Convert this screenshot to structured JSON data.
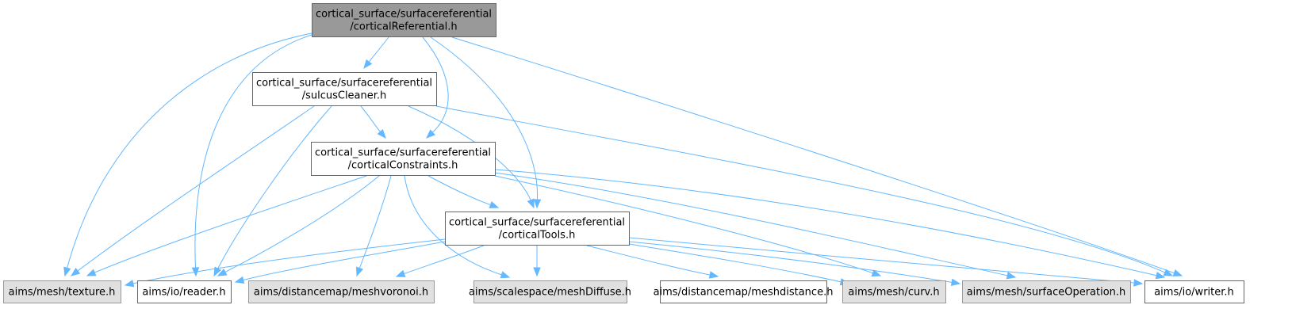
{
  "graph": {
    "title": "Include dependency graph for corticalReferential.h",
    "colors": {
      "edge": "#63b8ff",
      "root_fill": "#999999",
      "external_fill": "#e0e0e0",
      "node_border": "#666666"
    },
    "nodes": [
      {
        "id": "root",
        "lines": [
          "cortical_surface/surfacereferential",
          "/corticalReferential.h"
        ],
        "style": "root"
      },
      {
        "id": "sulcusCleaner",
        "lines": [
          "cortical_surface/surfacereferential",
          "/sulcusCleaner.h"
        ],
        "style": "plain"
      },
      {
        "id": "corticalConstraints",
        "lines": [
          "cortical_surface/surfacereferential",
          "/corticalConstraints.h"
        ],
        "style": "plain"
      },
      {
        "id": "corticalTools",
        "lines": [
          "cortical_surface/surfacereferential",
          "/corticalTools.h"
        ],
        "style": "plain"
      },
      {
        "id": "texture",
        "lines": [
          "aims/mesh/texture.h"
        ],
        "style": "ext"
      },
      {
        "id": "reader",
        "lines": [
          "aims/io/reader.h"
        ],
        "style": "plain"
      },
      {
        "id": "meshvoronoi",
        "lines": [
          "aims/distancemap/meshvoronoi.h"
        ],
        "style": "ext"
      },
      {
        "id": "meshDiffuse",
        "lines": [
          "aims/scalespace/meshDiffuse.h"
        ],
        "style": "ext"
      },
      {
        "id": "meshdistance",
        "lines": [
          "aims/distancemap/meshdistance.h"
        ],
        "style": "plain"
      },
      {
        "id": "curv",
        "lines": [
          "aims/mesh/curv.h"
        ],
        "style": "ext"
      },
      {
        "id": "surfaceOperation",
        "lines": [
          "aims/mesh/surfaceOperation.h"
        ],
        "style": "ext"
      },
      {
        "id": "writer",
        "lines": [
          "aims/io/writer.h"
        ],
        "style": "plain"
      }
    ],
    "edges": [
      [
        "root",
        "sulcusCleaner"
      ],
      [
        "root",
        "corticalConstraints"
      ],
      [
        "root",
        "corticalTools"
      ],
      [
        "root",
        "texture"
      ],
      [
        "root",
        "reader"
      ],
      [
        "root",
        "writer"
      ],
      [
        "sulcusCleaner",
        "corticalConstraints"
      ],
      [
        "sulcusCleaner",
        "corticalTools"
      ],
      [
        "sulcusCleaner",
        "texture"
      ],
      [
        "sulcusCleaner",
        "reader"
      ],
      [
        "sulcusCleaner",
        "writer"
      ],
      [
        "corticalConstraints",
        "corticalTools"
      ],
      [
        "corticalConstraints",
        "texture"
      ],
      [
        "corticalConstraints",
        "reader"
      ],
      [
        "corticalConstraints",
        "meshvoronoi"
      ],
      [
        "corticalConstraints",
        "meshDiffuse"
      ],
      [
        "corticalConstraints",
        "curv"
      ],
      [
        "corticalConstraints",
        "surfaceOperation"
      ],
      [
        "corticalConstraints",
        "writer"
      ],
      [
        "corticalTools",
        "texture"
      ],
      [
        "corticalTools",
        "reader"
      ],
      [
        "corticalTools",
        "meshvoronoi"
      ],
      [
        "corticalTools",
        "meshDiffuse"
      ],
      [
        "corticalTools",
        "meshdistance"
      ],
      [
        "corticalTools",
        "curv"
      ],
      [
        "corticalTools",
        "surfaceOperation"
      ],
      [
        "corticalTools",
        "writer"
      ]
    ]
  }
}
